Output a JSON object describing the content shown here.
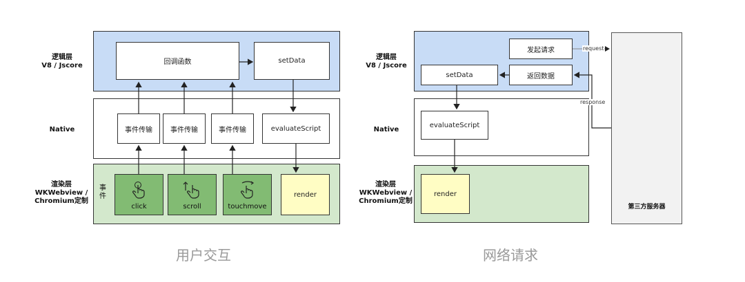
{
  "left": {
    "layers": {
      "logic": "逻辑层\nV8 / Jscore",
      "native": "Native",
      "render": "渲染层\nWKWebview /\nChromium定制"
    },
    "callback": "回调函数",
    "setdata": "setData",
    "event_transfer": [
      "事件传输",
      "事件传输",
      "事件传输"
    ],
    "evaluate": "evaluateScript",
    "events_label": "事\n件",
    "events": [
      {
        "label": "click",
        "icon": "tap-hand-icon"
      },
      {
        "label": "scroll",
        "icon": "scroll-hand-icon"
      },
      {
        "label": "touchmove",
        "icon": "swipe-hand-icon"
      }
    ],
    "render_box": "render",
    "caption": "用户交互"
  },
  "right": {
    "layers": {
      "logic": "逻辑层\nV8 / Jscore",
      "native": "Native",
      "render": "渲染层\nWKWebview /\nChromium定制"
    },
    "send_request": "发起请求",
    "return_data": "返回数据",
    "setdata": "setData",
    "evaluate": "evaluateScript",
    "render_box": "render",
    "server": "第三方服务器",
    "request_label": "request",
    "response_label": "response",
    "caption": "网络请求"
  }
}
